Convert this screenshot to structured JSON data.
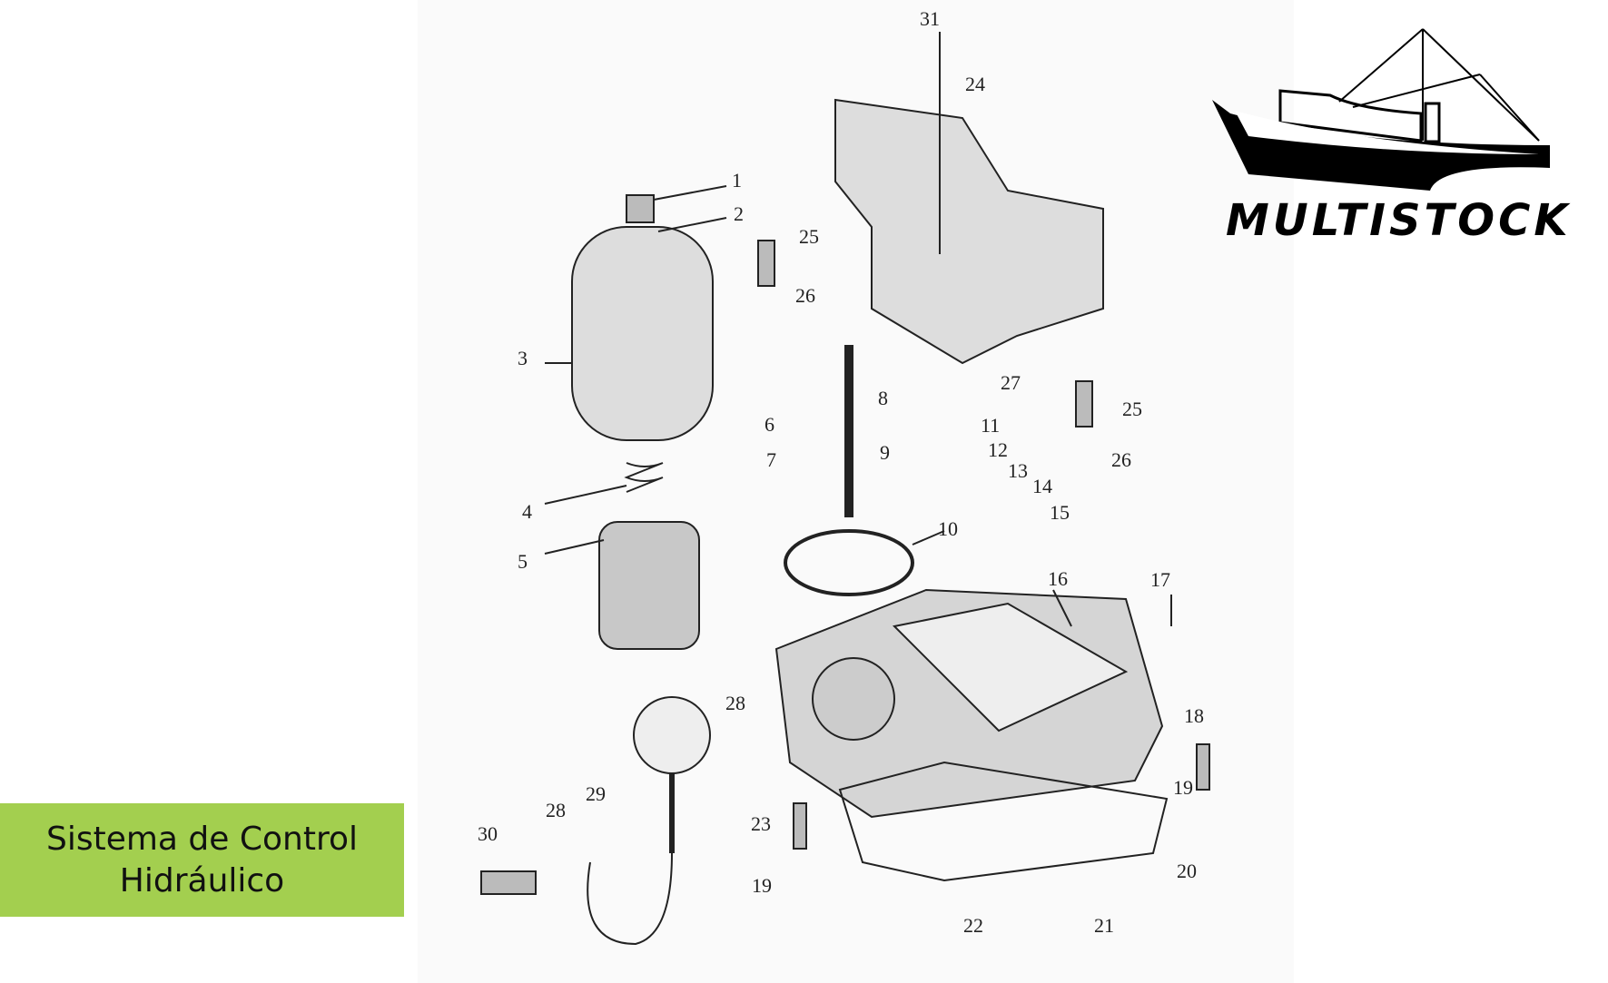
{
  "title": {
    "line1": "Sistema de Control",
    "line2": "Hidráulico"
  },
  "logo": {
    "brand": "MULTISTOCK",
    "icon": "fishing-boat-icon"
  },
  "part_labels": [
    "31",
    "24",
    "1",
    "2",
    "25",
    "26",
    "3",
    "27",
    "25",
    "8",
    "6",
    "11",
    "12",
    "9",
    "7",
    "26",
    "13",
    "14",
    "4",
    "15",
    "10",
    "5",
    "16",
    "17",
    "18",
    "28",
    "29",
    "28",
    "30",
    "23",
    "19",
    "19",
    "20",
    "22",
    "21"
  ]
}
